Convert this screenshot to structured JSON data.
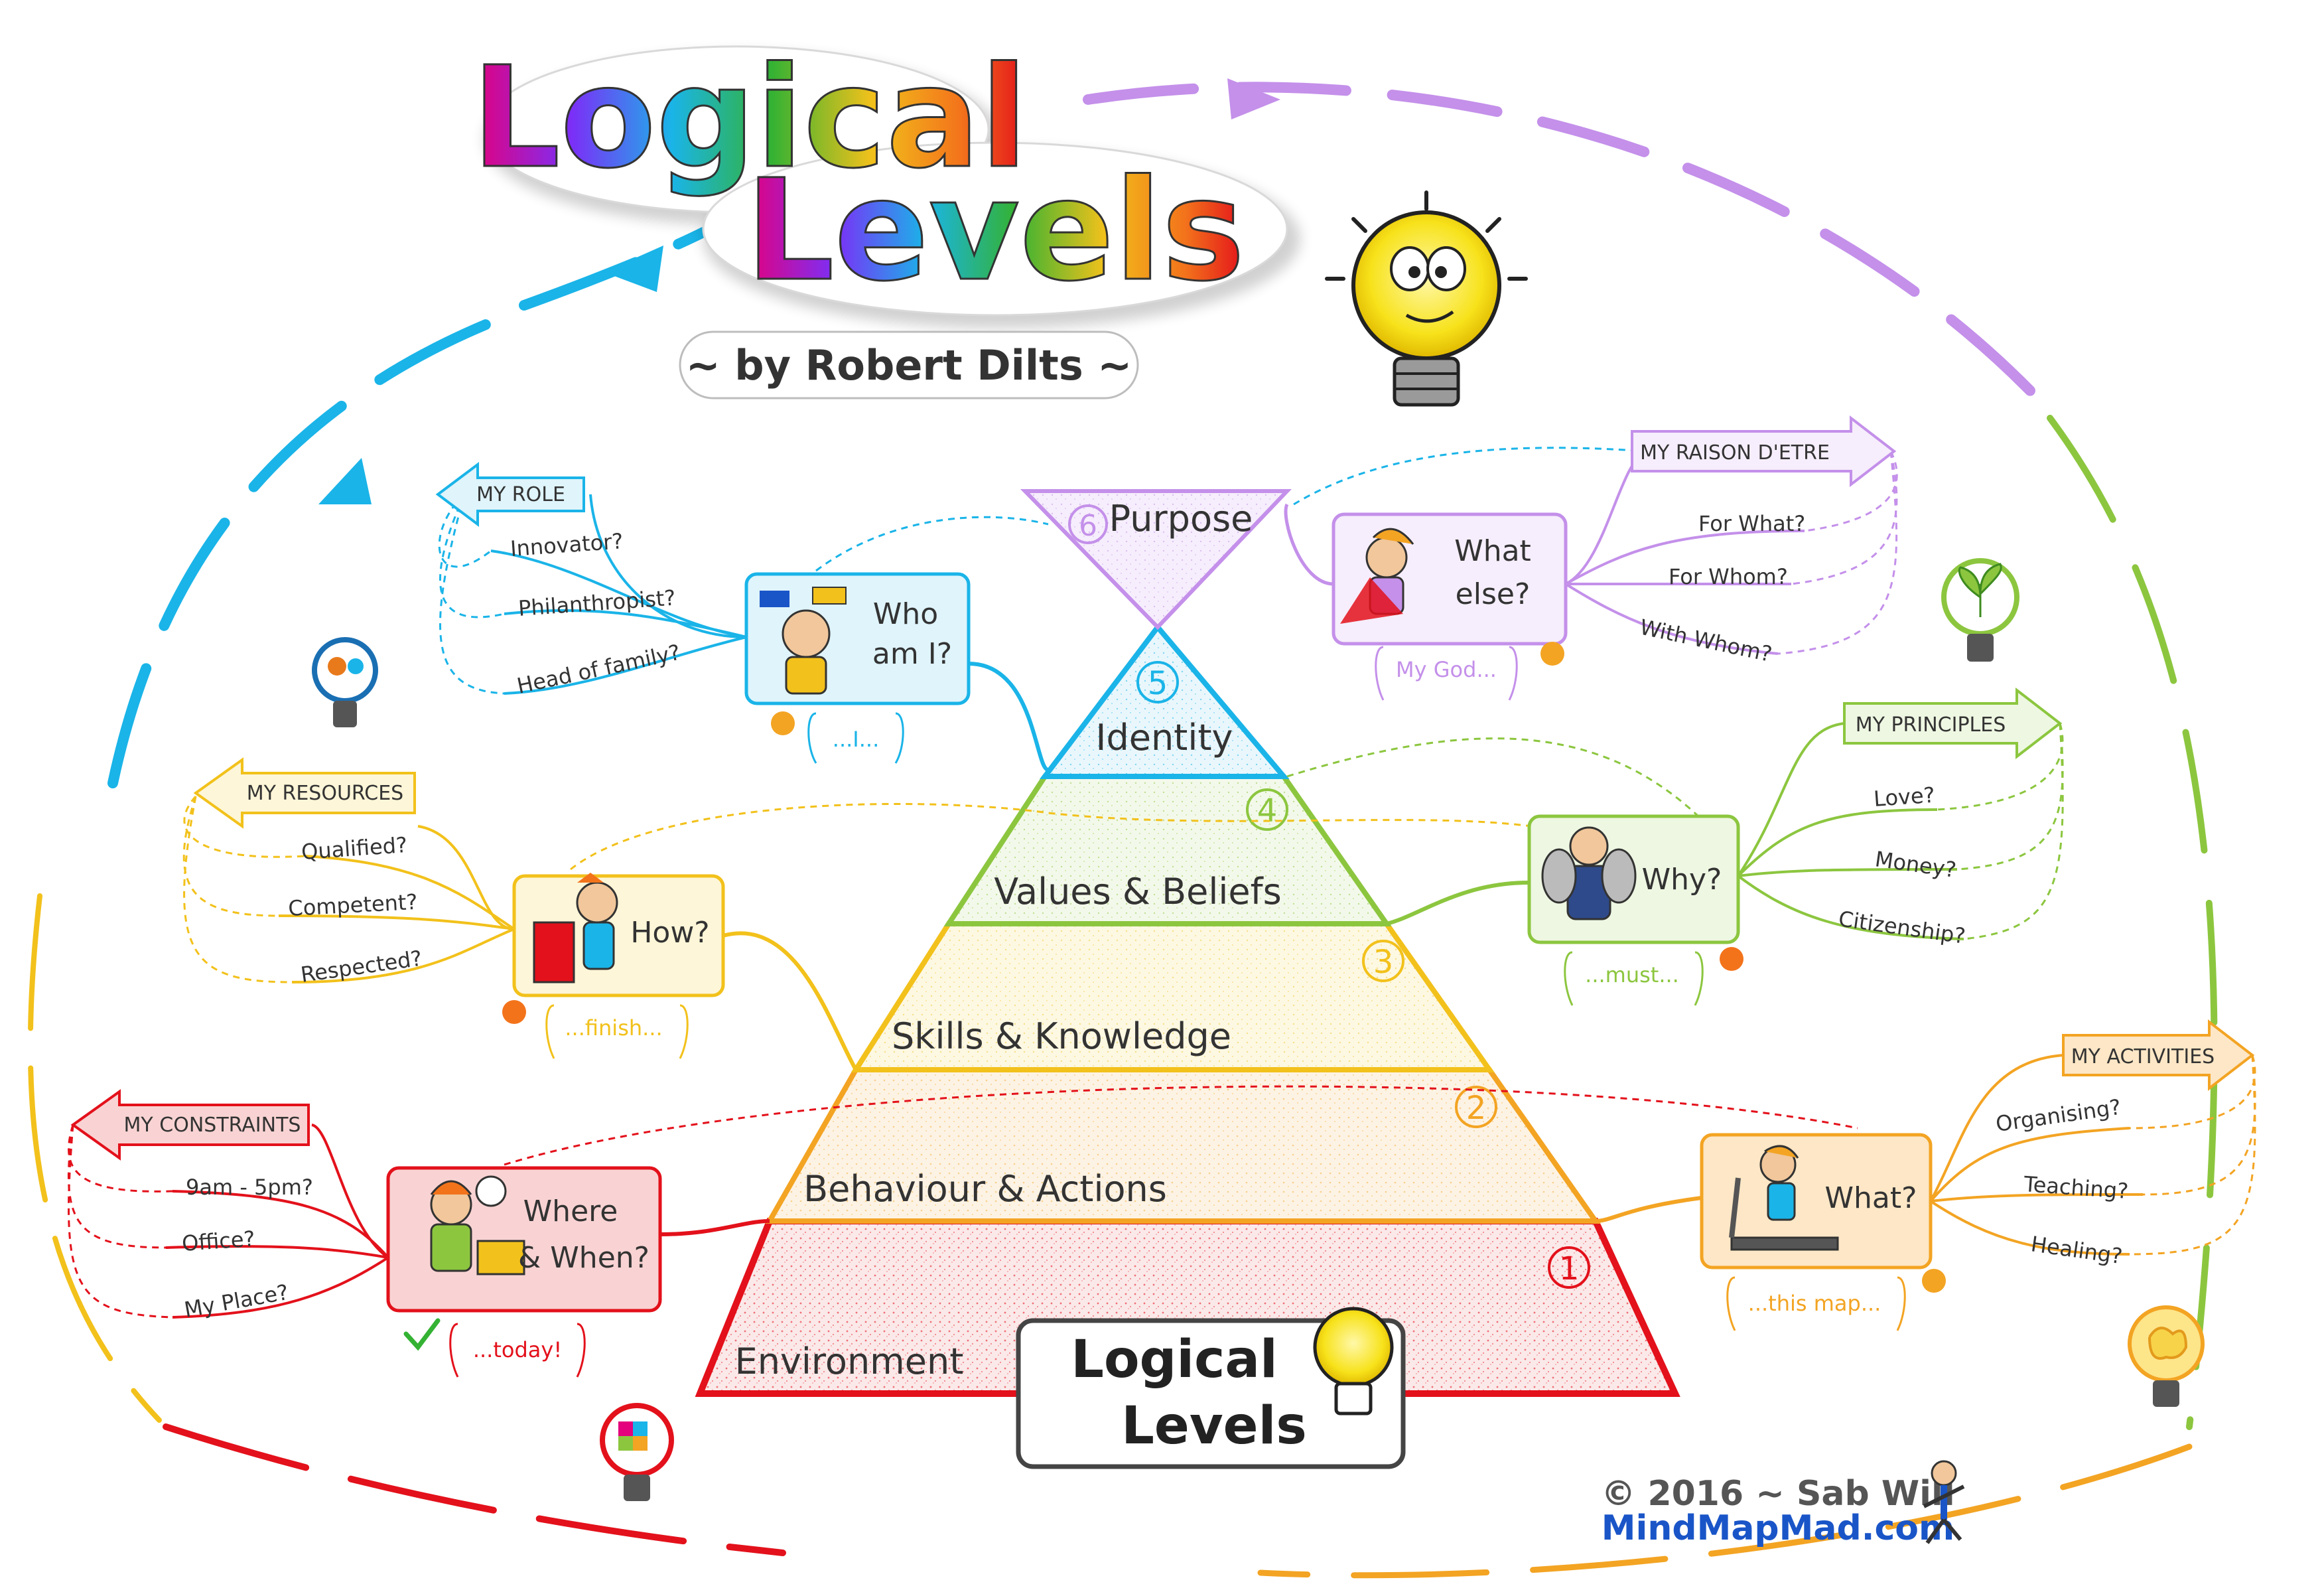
{
  "title": {
    "line1": "Logical",
    "line2": "Levels",
    "byline": "~ by Robert Dilts ~"
  },
  "badge": {
    "line1": "Logical",
    "line2": "Levels"
  },
  "copyright": {
    "line1": "© 2016 ~ Sab Will",
    "line2": "MindMapMad.com"
  },
  "pyramid": [
    {
      "num": "1",
      "label": "Environment",
      "color": "#e3111b"
    },
    {
      "num": "2",
      "label": "Behaviour & Actions",
      "color": "#f3a423"
    },
    {
      "num": "3",
      "label": "Skills & Knowledge",
      "color": "#f2c11b"
    },
    {
      "num": "4",
      "label": "Values & Beliefs",
      "color": "#8cc63f"
    },
    {
      "num": "5",
      "label": "Identity",
      "color": "#1ab4e8"
    },
    {
      "num": "6",
      "label": "Purpose",
      "color": "#c490ea"
    }
  ],
  "branches": {
    "who": {
      "color": "#1ab4e8",
      "fill": "#dff4fb",
      "question": [
        "Who",
        "am I?"
      ],
      "header": "MY ROLE",
      "items": [
        "Innovator?",
        "Philanthropist?",
        "Head of family?"
      ],
      "note": "...I...",
      "mood_icon": "neutral-face-icon"
    },
    "what_else": {
      "color": "#c490ea",
      "fill": "#f6eefc",
      "question": [
        "What",
        "else?"
      ],
      "header": "MY RAISON D'ETRE",
      "items": [
        "For What?",
        "For Whom?",
        "With Whom?"
      ],
      "note": "My God...",
      "mood_icon": "happy-face-icon"
    },
    "how": {
      "color": "#f2c11b",
      "fill": "#fdf6d8",
      "question": [
        "How?"
      ],
      "header": "MY RESOURCES",
      "items": [
        "Qualified?",
        "Competent?",
        "Respected?"
      ],
      "note": "...finish...",
      "mood_icon": "surprised-face-icon"
    },
    "why": {
      "color": "#8cc63f",
      "fill": "#eef7e2",
      "question": [
        "Why?"
      ],
      "header": "MY PRINCIPLES",
      "items": [
        "Love?",
        "Money?",
        "Citizenship?"
      ],
      "note": "...must...",
      "mood_icon": "sad-face-icon"
    },
    "where": {
      "color": "#e3111b",
      "fill": "#f9d3d3",
      "question": [
        "Where",
        "& When?"
      ],
      "header": "MY CONSTRAINTS",
      "items": [
        "9am - 5pm?",
        "Office?",
        "My Place?"
      ],
      "note": "...today!",
      "mood_icon": "check-icon"
    },
    "what": {
      "color": "#f3a423",
      "fill": "#fde7c6",
      "question": [
        "What?"
      ],
      "header": "MY ACTIVITIES",
      "items": [
        "Organising?",
        "Teaching?",
        "Healing?"
      ],
      "note": "...this map...",
      "mood_icon": "neutral-face-icon"
    }
  }
}
